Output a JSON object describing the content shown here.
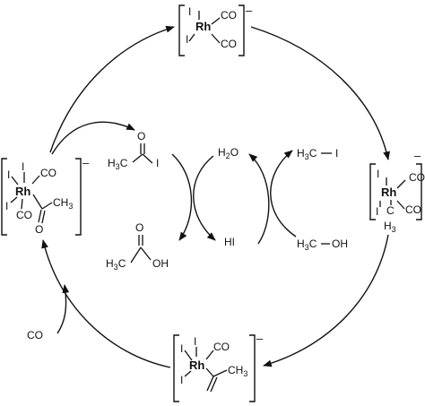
{
  "complexes": {
    "top": {
      "metal": "Rh",
      "ligand_i1": "I",
      "ligand_i2": "I",
      "co1": "CO",
      "co2": "CO",
      "charge": "–"
    },
    "right": {
      "metal": "Rh",
      "ligand_i1": "I",
      "ligand_i2": "I",
      "co1": "CO",
      "co2": "CO",
      "h3c_c": "C",
      "h3c_h": "H",
      "h3c_3": "3",
      "charge": "–"
    },
    "bottom": {
      "metal": "Rh",
      "ligand_i1": "I",
      "ligand_i2": "I",
      "ligand_i3": "I",
      "co1": "CO",
      "ch3_c": "CH",
      "ch3_3": "3",
      "charge": "–"
    },
    "left": {
      "metal": "Rh",
      "ligand_i1": "I",
      "ligand_i2": "I",
      "ligand_i3": "I",
      "co1": "CO",
      "co2": "CO",
      "ch3_c": "CH",
      "ch3_3": "3",
      "carbonyl_o": "O",
      "charge": "–"
    }
  },
  "species": {
    "acetyl_iodide": {
      "o": "O",
      "h3c_h": "H",
      "h3c_3": "3",
      "h3c_c": "C",
      "i": "I"
    },
    "acetic_acid": {
      "o": "O",
      "h3c_h": "H",
      "h3c_3": "3",
      "h3c_c": "C",
      "oh": "OH"
    },
    "water": {
      "h": "H",
      "two": "2",
      "o": "O"
    },
    "hi": "HI",
    "methyl_iodide": {
      "h": "H",
      "three": "3",
      "c": "C",
      "i": "I"
    },
    "methanol": {
      "h": "H",
      "three": "3",
      "c": "C",
      "oh": "OH"
    },
    "co_in": "CO"
  }
}
